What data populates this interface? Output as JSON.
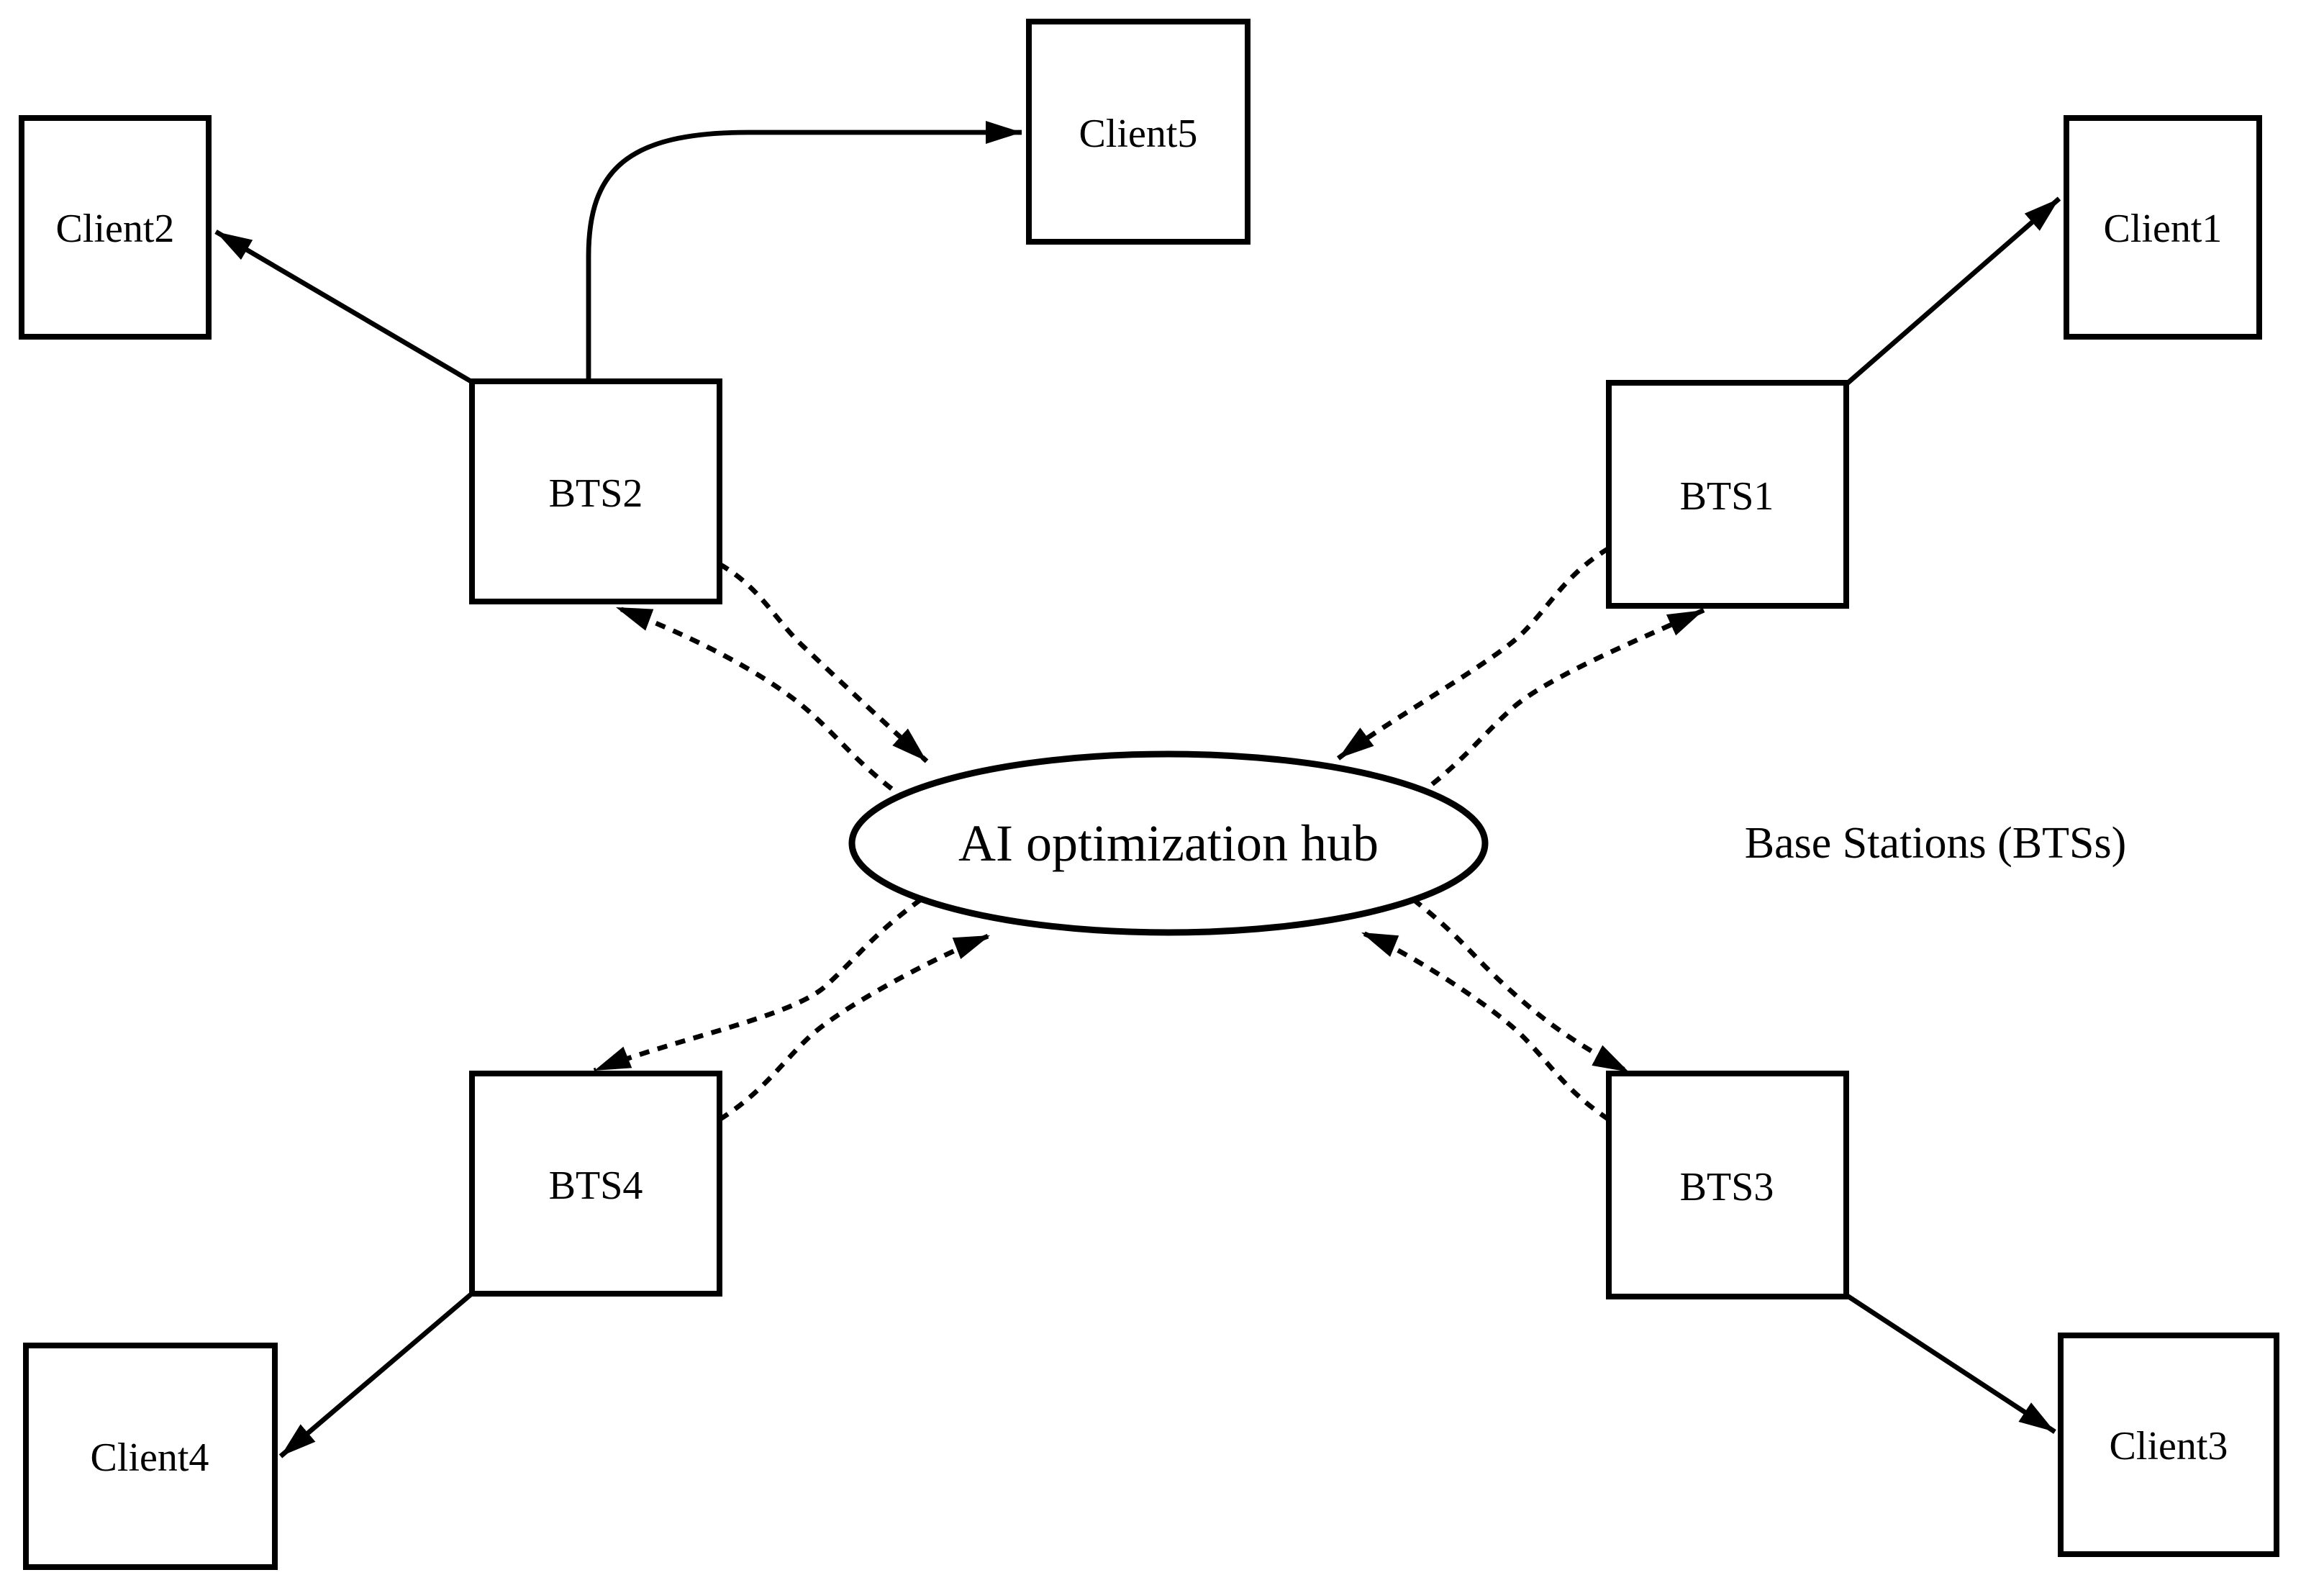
{
  "diagram": {
    "background_color": "#ffffff",
    "line_color": "#000000",
    "nodes": {
      "client1": {
        "label": "Client1",
        "shape": "box"
      },
      "client2": {
        "label": "Client2",
        "shape": "box"
      },
      "client3": {
        "label": "Client3",
        "shape": "box"
      },
      "client4": {
        "label": "Client4",
        "shape": "box"
      },
      "client5": {
        "label": "Client5",
        "shape": "box"
      },
      "bts1": {
        "label": "BTS1",
        "shape": "box"
      },
      "bts2": {
        "label": "BTS2",
        "shape": "box"
      },
      "bts3": {
        "label": "BTS3",
        "shape": "box"
      },
      "bts4": {
        "label": "BTS4",
        "shape": "box"
      },
      "hub": {
        "label": "AI optimization hub",
        "shape": "ellipse"
      }
    },
    "annotation": {
      "label": "Base Stations (BTSs)"
    },
    "edges": [
      {
        "from": "BTS2",
        "to": "Client2",
        "style": "solid"
      },
      {
        "from": "BTS2",
        "to": "Client5",
        "style": "solid"
      },
      {
        "from": "BTS1",
        "to": "Client1",
        "style": "solid"
      },
      {
        "from": "BTS4",
        "to": "Client4",
        "style": "solid"
      },
      {
        "from": "BTS3",
        "to": "Client3",
        "style": "solid"
      },
      {
        "from": "BTS2",
        "to": "AI optimization hub",
        "style": "dashed"
      },
      {
        "from": "AI optimization hub",
        "to": "BTS2",
        "style": "dashed"
      },
      {
        "from": "BTS1",
        "to": "AI optimization hub",
        "style": "dashed"
      },
      {
        "from": "AI optimization hub",
        "to": "BTS1",
        "style": "dashed"
      },
      {
        "from": "BTS4",
        "to": "AI optimization hub",
        "style": "dashed"
      },
      {
        "from": "AI optimization hub",
        "to": "BTS4",
        "style": "dashed"
      },
      {
        "from": "BTS3",
        "to": "AI optimization hub",
        "style": "dashed"
      },
      {
        "from": "AI optimization hub",
        "to": "BTS3",
        "style": "dashed"
      }
    ]
  }
}
